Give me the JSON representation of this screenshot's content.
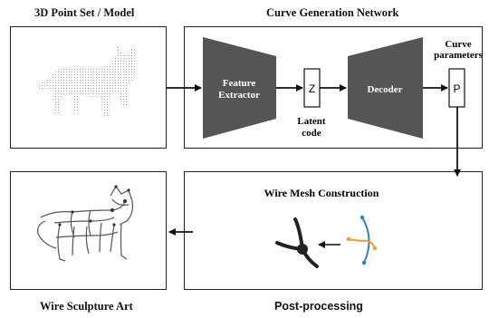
{
  "titles": {
    "input": "3D Point Set / Model",
    "network": "Curve Generation Network",
    "output": "Wire Sculpture Art",
    "postprocessing": "Post-processing"
  },
  "network": {
    "encoder": [
      "Feature",
      "Extractor"
    ],
    "latent_symbol": "Z",
    "latent_label": [
      "Latent",
      "code"
    ],
    "decoder": "Decoder",
    "param_symbol": "P",
    "param_label": [
      "Curve",
      "parameters"
    ]
  },
  "postprocess": {
    "title": "Wire Mesh Construction"
  },
  "colors": {
    "trapezoid": "#555555",
    "curve_blue": "#2f7fd0",
    "curve_orange": "#f0a020",
    "joint": "#222222"
  }
}
